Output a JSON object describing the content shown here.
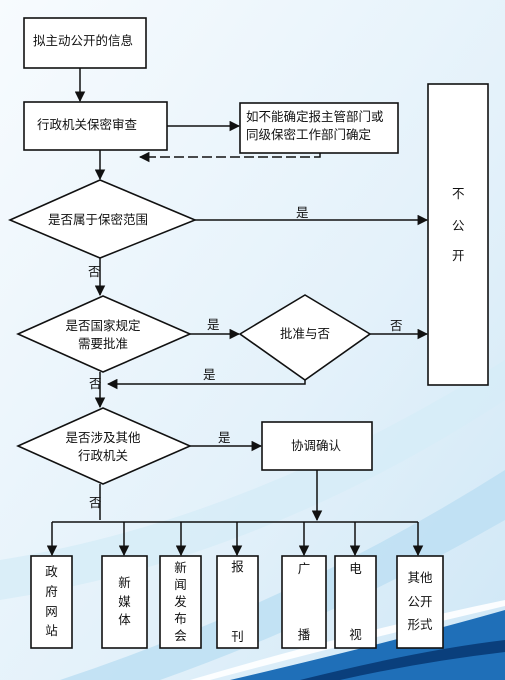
{
  "nodes": {
    "draft": "拟主动公开的信息",
    "review": "行政机关保密审查",
    "uncertain_l1": "如不能确定报主管部门或",
    "uncertain_l2": "同级保密工作部门确定",
    "secret_q": "是否属于保密范围",
    "approval_q_l1": "是否国家规定",
    "approval_q_l2": "需要批准",
    "approve": "批准与否",
    "other_q_l1": "是否涉及其他",
    "other_q_l2": "行政机关",
    "coordinate": "协调确认",
    "not_public": [
      "不",
      "公",
      "开"
    ]
  },
  "edges": {
    "yes_secret": "是",
    "no_secret": "否",
    "yes_approval": "是",
    "no_approve": "否",
    "yes_approve": "是",
    "no_approval": "否",
    "yes_other": "是",
    "no_other": "否"
  },
  "channels": [
    [
      "政",
      "府",
      "网",
      "站"
    ],
    [
      "新",
      "媒",
      "体"
    ],
    [
      "新",
      "闻",
      "发",
      "布",
      "会"
    ],
    [
      "报",
      "刊"
    ],
    [
      "广",
      "播"
    ],
    [
      "电",
      "视"
    ],
    [
      "其他",
      "公开",
      "形式"
    ]
  ]
}
